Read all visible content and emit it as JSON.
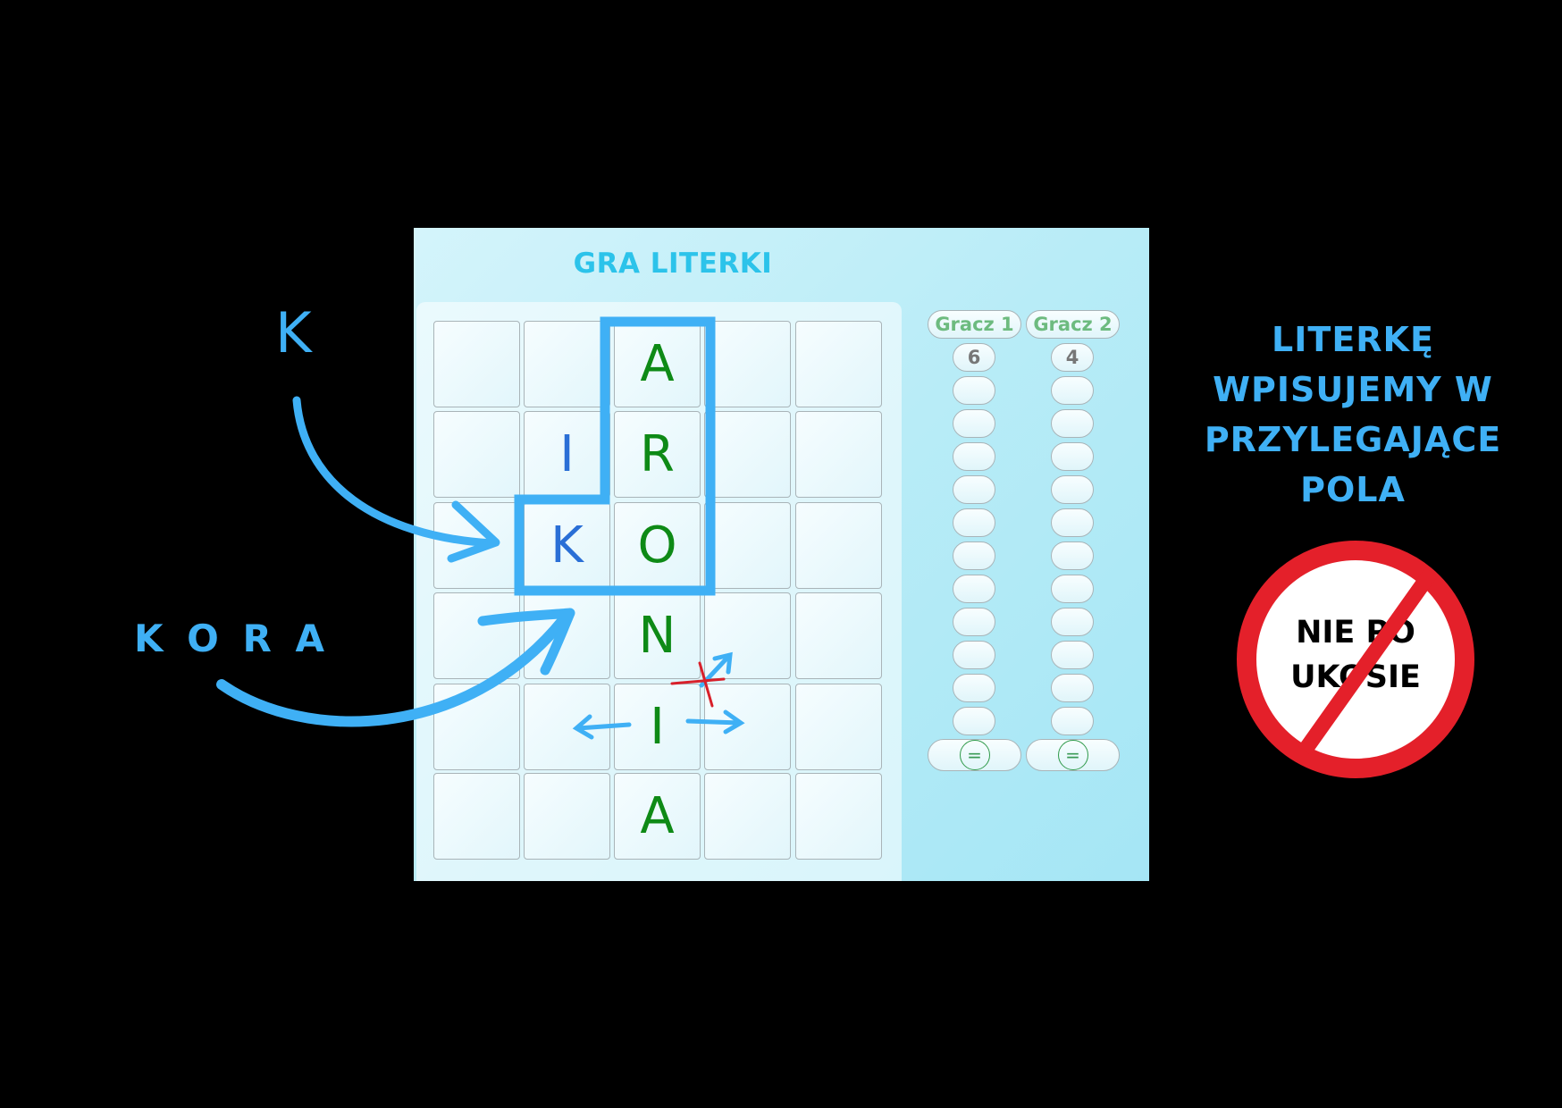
{
  "game": {
    "title": "GRA LITERKI",
    "grid": [
      [
        "",
        "",
        "A",
        "",
        ""
      ],
      [
        "",
        "I",
        "R",
        "",
        ""
      ],
      [
        "",
        "K",
        "O",
        "",
        ""
      ],
      [
        "",
        "",
        "N",
        "",
        ""
      ],
      [
        "",
        "",
        "I",
        "",
        ""
      ],
      [
        "",
        "",
        "A",
        "",
        ""
      ]
    ],
    "grid_colors": [
      [
        "",
        "",
        "green",
        "",
        ""
      ],
      [
        "",
        "blue",
        "green",
        "",
        ""
      ],
      [
        "",
        "blue",
        "green",
        "",
        ""
      ],
      [
        "",
        "",
        "green",
        "",
        ""
      ],
      [
        "",
        "",
        "green",
        "",
        ""
      ],
      [
        "",
        "",
        "green",
        "",
        ""
      ]
    ],
    "players": [
      {
        "label": "Gracz 1",
        "score": "6",
        "equals": "="
      },
      {
        "label": "Gracz 2",
        "score": "4",
        "equals": "="
      }
    ],
    "empty_word_slots": 11
  },
  "annotations": {
    "letter": "K",
    "word": "K O R A"
  },
  "rules": {
    "lines": [
      "LITERKĘ",
      "WPISUJEMY W",
      "PRZYLEGAJĄCE",
      "POLA"
    ],
    "sign_line1": "NIE PO",
    "sign_line2": "UKOSIE"
  },
  "colors": {
    "accent": "#3fb0f5",
    "letter_green": "#0e8a16",
    "letter_blue": "#2a6fd6",
    "sign_red": "#e4202a"
  }
}
